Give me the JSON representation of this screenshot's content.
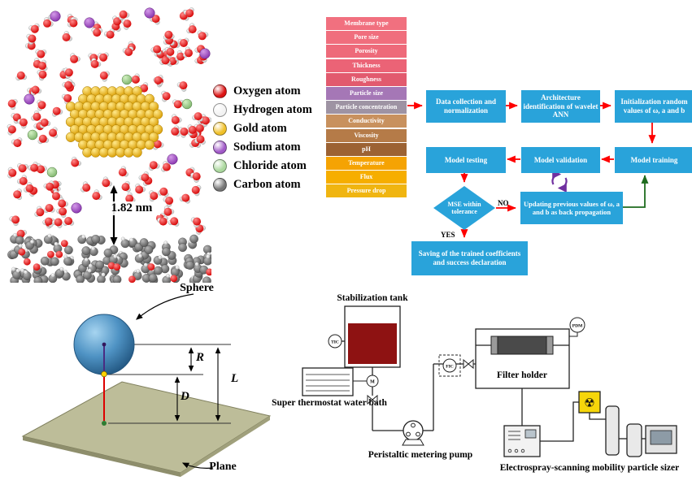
{
  "molecular_panel": {
    "distance_label": "1.82 nm",
    "legend": [
      {
        "name": "oxygen",
        "label": "Oxygen atom",
        "color": "#dc1414"
      },
      {
        "name": "hydrogen",
        "label": "Hydrogen atom",
        "color": "#f2f2f2"
      },
      {
        "name": "gold",
        "label": "Gold atom",
        "color": "#f0c028"
      },
      {
        "name": "sodium",
        "label": "Sodium atom",
        "color": "#a159c8"
      },
      {
        "name": "chloride",
        "label": "Chloride atom",
        "color": "#abd89e"
      },
      {
        "name": "carbon",
        "label": "Carbon atom",
        "color": "#757575"
      }
    ]
  },
  "ann_flowchart": {
    "parameters": [
      {
        "label": "Membrane type",
        "color": "#f1707f"
      },
      {
        "label": "Pore size",
        "color": "#f06e7d"
      },
      {
        "label": "Porosity",
        "color": "#ee6a7a"
      },
      {
        "label": "Thickness",
        "color": "#eb6376"
      },
      {
        "label": "Roughness",
        "color": "#e25a6e"
      },
      {
        "label": "Particle size",
        "color": "#a577b6"
      },
      {
        "label": "Particle concentration",
        "color": "#9e93a3"
      },
      {
        "label": "Conductivity",
        "color": "#c8915e"
      },
      {
        "label": "Viscosity",
        "color": "#b57b48"
      },
      {
        "label": "pH",
        "color": "#9c6233"
      },
      {
        "label": "Temperature",
        "color": "#f5a303"
      },
      {
        "label": "Flux",
        "color": "#f6ae00"
      },
      {
        "label": "Pressure drop",
        "color": "#f0b511"
      }
    ],
    "nodes": {
      "data_collection": "Data collection and normalization",
      "architecture": "Architecture identification of wavelet ANN",
      "initialization": "Initialization random values of ω, a and b",
      "model_training": "Model training",
      "model_validation": "Model validation",
      "model_testing": "Model testing",
      "mse_decision": "MSE within tolerance",
      "updating": "Updating previous values of ω, a and b as back propagation",
      "saving": "Saving of the trained coefficients and success declaration"
    },
    "branch_labels": {
      "yes": "YES",
      "no": "NO"
    },
    "colors": {
      "box": "#29a3da",
      "arrow": "#ff0000",
      "feedback_arrow": "#1e6b1e",
      "loop_icon": "#7030a0"
    }
  },
  "sphere_plane": {
    "sphere_label": "Sphere",
    "plane_label": "Plane",
    "radius_label": "R",
    "gap_label": "D",
    "length_label": "L"
  },
  "apparatus": {
    "stabilization_tank": "Stabilization tank",
    "water_bath": "Super thermostat water bath",
    "pump": "Peristaltic metering pump",
    "filter_holder": "Filter holder",
    "particle_sizer": "Electrospray-scanning mobility particle sizer",
    "instrument_tags": {
      "tank_sensor": "TIC",
      "motor": "M",
      "flow_sensor": "FIC",
      "pressure_sensor": "PDM"
    },
    "icons": {
      "radiation_symbol": "☢"
    }
  }
}
